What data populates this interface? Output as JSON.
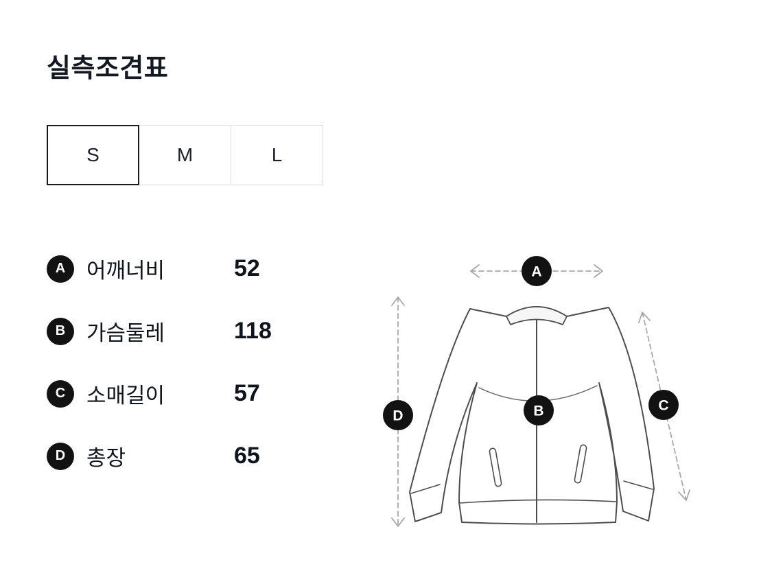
{
  "page": {
    "title": "실측조견표"
  },
  "size_tabs": [
    {
      "label": "S",
      "selected": true
    },
    {
      "label": "M",
      "selected": false
    },
    {
      "label": "L",
      "selected": false
    }
  ],
  "measurements": [
    {
      "key": "A",
      "label": "어깨너비",
      "value": "52"
    },
    {
      "key": "B",
      "label": "가슴둘레",
      "value": "118"
    },
    {
      "key": "C",
      "label": "소매길이",
      "value": "57"
    },
    {
      "key": "D",
      "label": "총장",
      "value": "65"
    }
  ],
  "diagram": {
    "description": "jacket-measurement-diagram",
    "badges": [
      "A",
      "B",
      "C",
      "D"
    ]
  },
  "colors": {
    "text": "#10151d",
    "badge_bg": "#121212",
    "badge_text": "#ffffff",
    "tab_selected_border": "#171c24",
    "tab_border": "#dddddd",
    "jacket_outline": "#4d4d4d",
    "arrow": "#a8a8a8"
  }
}
